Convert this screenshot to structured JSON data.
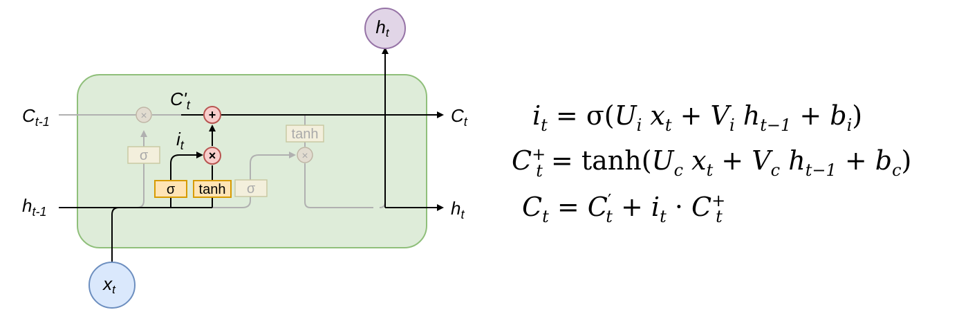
{
  "labels": {
    "c_prev": "C",
    "c_prev_sub": "t-1",
    "c_prime": "C'",
    "c_prime_sub": "t",
    "c_out": "C",
    "c_out_sub": "t",
    "h_prev": "h",
    "h_prev_sub": "t-1",
    "h_out": "h",
    "h_out_sub": "t",
    "i_label": "i",
    "i_sub": "t"
  },
  "nodes": {
    "h_top": "h",
    "h_top_sub": "t",
    "x_bottom": "x",
    "x_bottom_sub": "t"
  },
  "gates": {
    "forget_sigma": "σ",
    "input_sigma": "σ",
    "input_tanh": "tanh",
    "output_sigma": "σ",
    "output_tanh": "tanh"
  },
  "operators": {
    "forget_mult": "×",
    "add": "+",
    "input_mult": "×",
    "output_mult": "×"
  },
  "equations": [
    {
      "lhs": "i",
      "lhs_sub": "t",
      "rhs_fn": "σ",
      "U": "U",
      "U_sub": "i",
      "x": "x",
      "x_sub": "t",
      "V": "V",
      "V_sub": "i",
      "h": "h",
      "h_sub": "t−1",
      "b": "b",
      "b_sub": "i"
    },
    {
      "lhs": "C",
      "lhs_sub": "t",
      "lhs_sup": "+",
      "rhs_fn": "tanh",
      "U": "U",
      "U_sub": "c",
      "x": "x",
      "x_sub": "t",
      "V": "V",
      "V_sub": "c",
      "h": "h",
      "h_sub": "t−1",
      "b": "b",
      "b_sub": "c"
    },
    {
      "lhs": "C",
      "lhs_sub": "t",
      "a": "C",
      "a_sup": "′",
      "a_sub": "t",
      "m": "i",
      "m_sub": "t",
      "c": "C",
      "c_sup": "+",
      "c_sub": "t"
    }
  ],
  "colors": {
    "cell_fill": "#deecd9",
    "cell_stroke": "#8fbf7a",
    "gate_fill": "#ffe4b5",
    "gate_stroke": "#d79b00",
    "op_fill": "#f8cecc",
    "op_stroke": "#b85450",
    "faded": "#b0b0b0",
    "h_node_fill": "#e1d5e7",
    "h_node_stroke": "#9673a6",
    "x_node_fill": "#dae8fc",
    "x_node_stroke": "#6c8ebf"
  }
}
